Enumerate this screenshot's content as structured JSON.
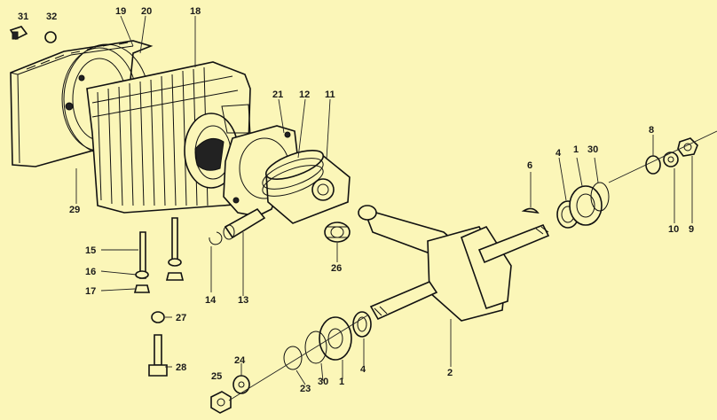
{
  "diagram": {
    "background": "#fbf6b8",
    "labels": {
      "l31": "31",
      "l32": "32",
      "l19": "19",
      "l20": "20",
      "l18": "18",
      "l21": "21",
      "l12": "12",
      "l11": "11",
      "l29": "29",
      "l15": "15",
      "l16": "16",
      "l17": "17",
      "l27": "27",
      "l28": "28",
      "l14": "14",
      "l13": "13",
      "l26": "26",
      "l6": "6",
      "l4a": "4",
      "l1a": "1",
      "l30a": "30",
      "l8": "8",
      "l10": "10",
      "l9": "9",
      "l2": "2",
      "l4b": "4",
      "l1b": "1",
      "l30b": "30",
      "l23": "23",
      "l24": "24",
      "l25": "25"
    }
  }
}
